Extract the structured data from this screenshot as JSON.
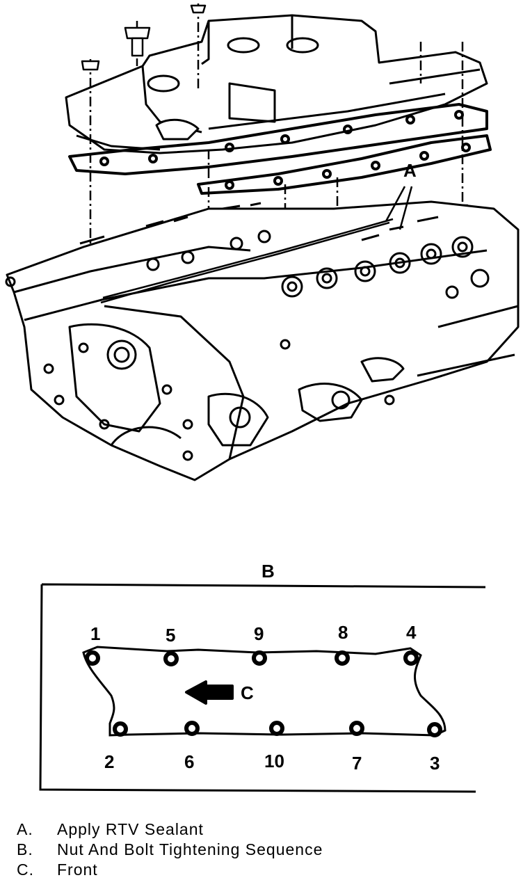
{
  "callouts": {
    "a": "A",
    "b": "B",
    "c": "C"
  },
  "sequence": {
    "top_row": [
      "1",
      "5",
      "9",
      "8",
      "4"
    ],
    "bottom_row": [
      "2",
      "6",
      "10",
      "7",
      "3"
    ]
  },
  "legend": [
    {
      "letter": "A.",
      "text": "Apply RTV Sealant"
    },
    {
      "letter": "B.",
      "text": "Nut And Bolt Tightening Sequence"
    },
    {
      "letter": "C.",
      "text": "Front"
    }
  ]
}
